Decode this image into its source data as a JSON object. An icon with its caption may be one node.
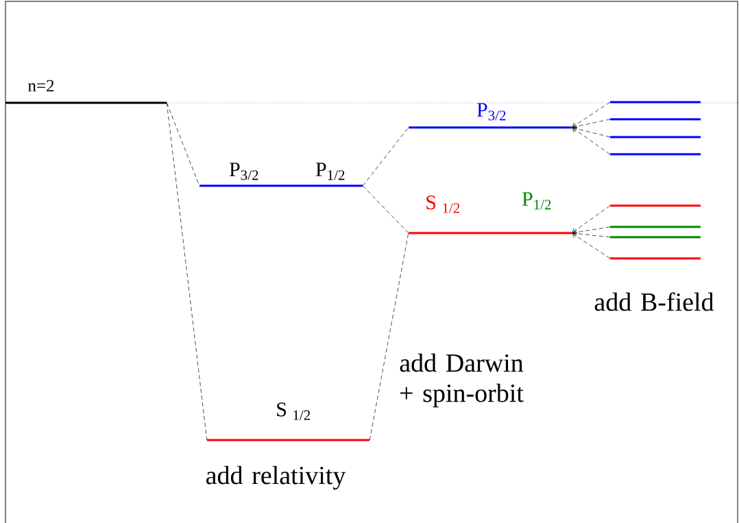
{
  "diagram": {
    "nodes": [
      {
        "text": [
          "n=2"
        ]
      },
      {
        "text": [
          "P$_{3/2}$",
          "P$_{1/2}$"
        ]
      },
      {
        "text": [
          "S $_{1/2}$"
        ]
      },
      {
        "text": [
          "P$_{3/2}$"
        ]
      },
      {
        "text": [
          "S $_{1/2}$",
          "P$_{1/2}$"
        ]
      },
      {
        "text": [],
        "shape": "bar"
      },
      {
        "text": [],
        "shape": "bar"
      },
      {
        "text": [],
        "shape": "bar"
      },
      {
        "text": [],
        "shape": "bar"
      },
      {
        "text": [],
        "shape": "bar"
      },
      {
        "text": [],
        "shape": "bar"
      },
      {
        "text": [],
        "shape": "bar"
      },
      {
        "text": [],
        "shape": "bar"
      }
    ],
    "edges": [
      {
        "from": 0,
        "to": 1,
        "arrow": "none",
        "style": "dashed"
      },
      {
        "from": 0,
        "to": 2,
        "arrow": "none",
        "style": "dashed"
      },
      {
        "from": 1,
        "to": 3,
        "arrow": "none",
        "style": "dashed"
      },
      {
        "from": 1,
        "to": 4,
        "arrow": "none",
        "style": "dashed"
      },
      {
        "from": 2,
        "to": 4,
        "arrow": "none",
        "style": "dashed"
      },
      {
        "from": 5,
        "to": 3,
        "arrow": "to",
        "style": "dashed"
      },
      {
        "from": 6,
        "to": 3,
        "arrow": "to",
        "style": "dashed"
      },
      {
        "from": 7,
        "to": 3,
        "arrow": "to",
        "style": "dashed"
      },
      {
        "from": 8,
        "to": 3,
        "arrow": "to",
        "style": "dashed"
      },
      {
        "from": 9,
        "to": 4,
        "arrow": "to",
        "style": "dashed"
      },
      {
        "from": 10,
        "to": 4,
        "arrow": "to",
        "style": "dashed"
      },
      {
        "from": 11,
        "to": 4,
        "arrow": "to",
        "style": "dashed"
      },
      {
        "from": 12,
        "to": 4,
        "arrow": "to",
        "style": "dashed"
      }
    ],
    "labels": [
      "add relativity",
      "add Darwin + spin-orbit",
      "add B-field"
    ]
  }
}
